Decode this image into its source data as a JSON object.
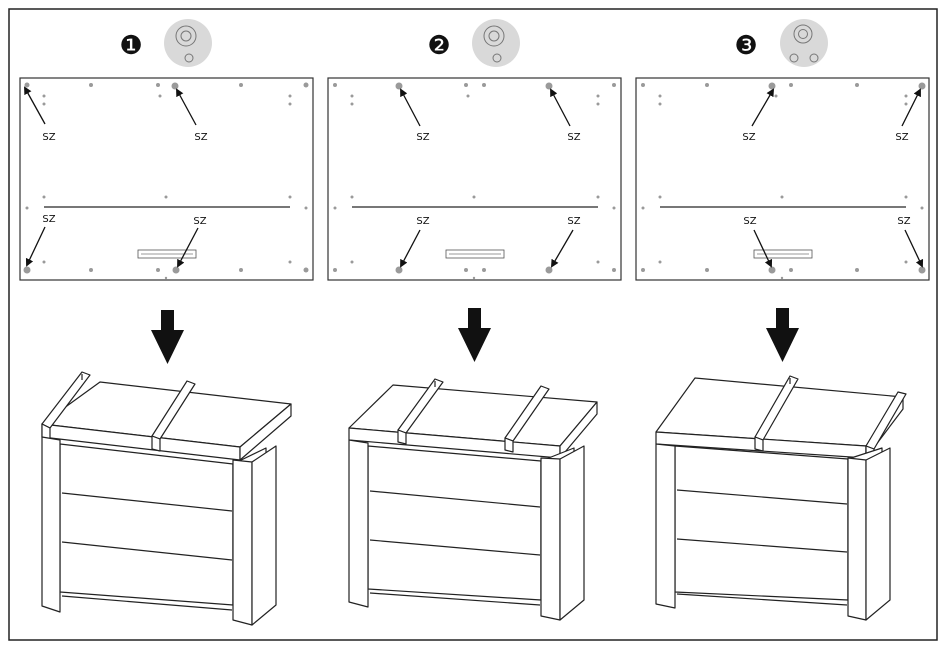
{
  "steps": [
    {
      "number": "❶",
      "hardware": "screw-and-cam-fitting",
      "labels": [
        "SZ",
        "SZ",
        "SZ",
        "SZ"
      ],
      "fixing_pattern": "left-and-center"
    },
    {
      "number": "❷",
      "hardware": "screw-and-cam-fitting",
      "labels": [
        "SZ",
        "SZ",
        "SZ",
        "SZ"
      ],
      "fixing_pattern": "two-center"
    },
    {
      "number": "❸",
      "hardware": "double-cam-fitting",
      "labels": [
        "SZ",
        "SZ",
        "SZ",
        "SZ"
      ],
      "fixing_pattern": "center-and-right"
    }
  ],
  "icons": {
    "arrow": "down-arrow-icon",
    "hardware_1": "screw-cam-icon",
    "hardware_2": "screw-cam-icon",
    "hardware_3": "double-cam-icon"
  },
  "colors": {
    "line": "#1a1a1a",
    "hardware_bg": "#d9d9d9",
    "hole": "#9a9a9a"
  }
}
